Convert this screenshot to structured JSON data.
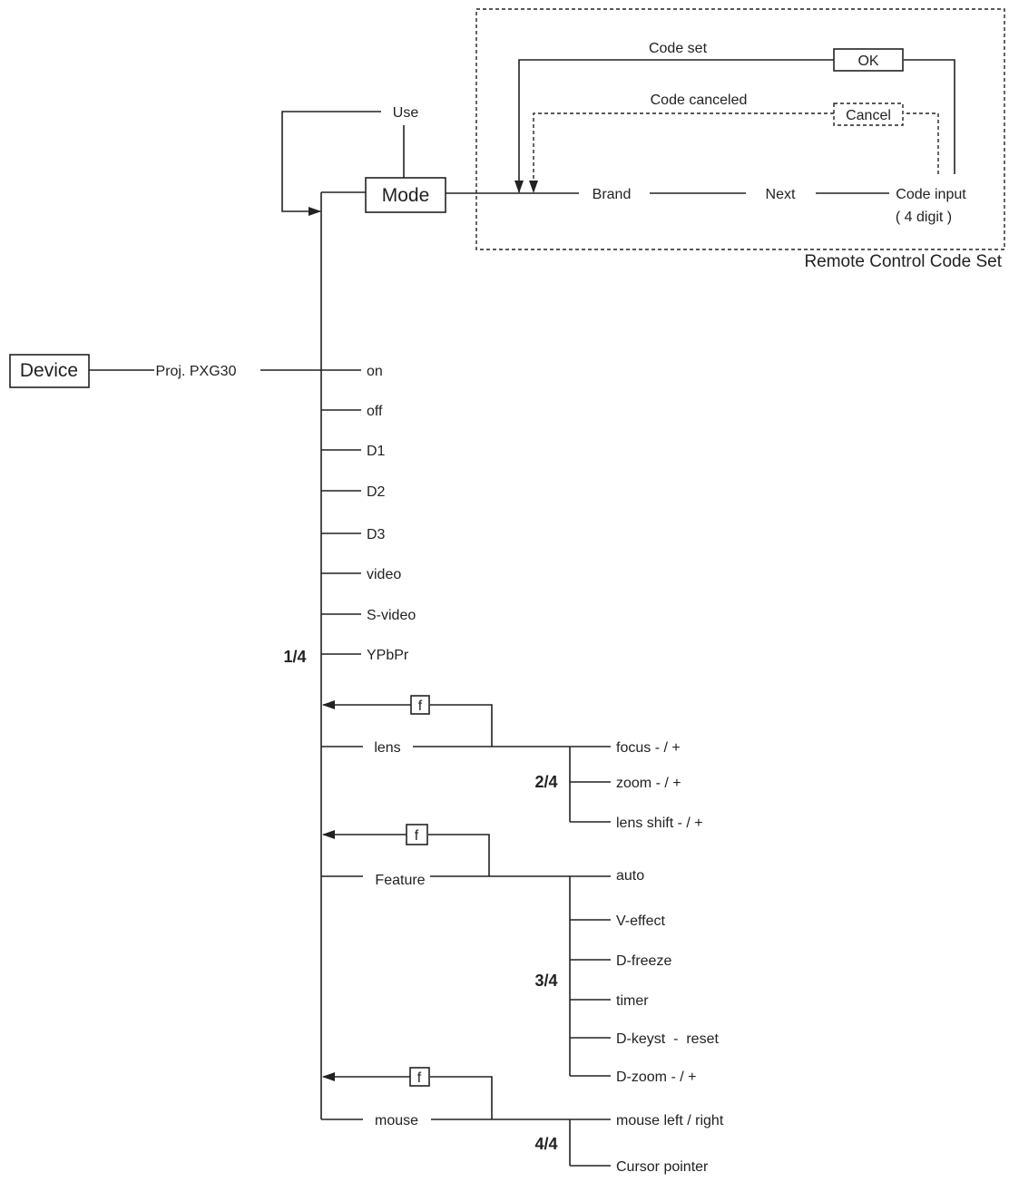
{
  "device_label": "Device",
  "device_model": "Proj. PXG30",
  "mode_label": "Mode",
  "use_label": "Use",
  "remote_code_set": {
    "title": "Remote Control Code Set",
    "code_set": "Code set",
    "ok": "OK",
    "code_canceled": "Code canceled",
    "cancel": "Cancel",
    "brand": "Brand",
    "next": "Next",
    "code_input": "Code input",
    "code_input_note": "( 4 digit )"
  },
  "page1": {
    "page": "1/4",
    "items": [
      "on",
      "off",
      "D1",
      "D2",
      "D3",
      "video",
      "S-video",
      "YPbPr"
    ]
  },
  "f_key": "f",
  "page2": {
    "page": "2/4",
    "parent": "lens",
    "items": [
      "focus - / +",
      "zoom - / +",
      "lens shift - / +"
    ]
  },
  "page3": {
    "page": "3/4",
    "parent": "Feature",
    "items": [
      "auto",
      "V-effect",
      "D-freeze",
      "timer",
      "D-keyst  -  reset",
      "D-zoom - / +"
    ]
  },
  "page4": {
    "page": "4/4",
    "parent": "mouse",
    "items": [
      "mouse left / right",
      "Cursor pointer"
    ]
  }
}
